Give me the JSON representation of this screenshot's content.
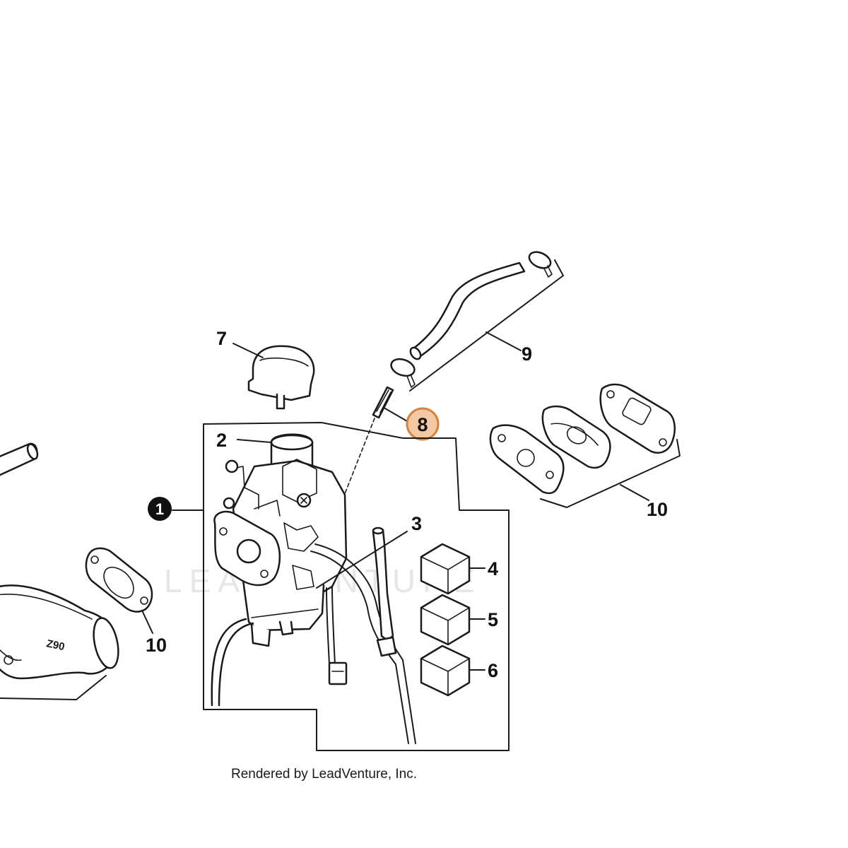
{
  "callouts": {
    "c1": "1",
    "c2": "2",
    "c3": "3",
    "c4": "4",
    "c5": "5",
    "c6": "6",
    "c7": "7",
    "c8": "8",
    "c9": "9",
    "c10a": "10",
    "c10b": "10"
  },
  "part_marking": "Z90",
  "watermark": "LEADVENTURE",
  "caption": "Rendered by LeadVenture, Inc.",
  "colors": {
    "highlight_fill": "#f3c8a2",
    "highlight_stroke": "#d8813f",
    "line": "#1a1a1a",
    "watermark": "#e6e6e6"
  }
}
